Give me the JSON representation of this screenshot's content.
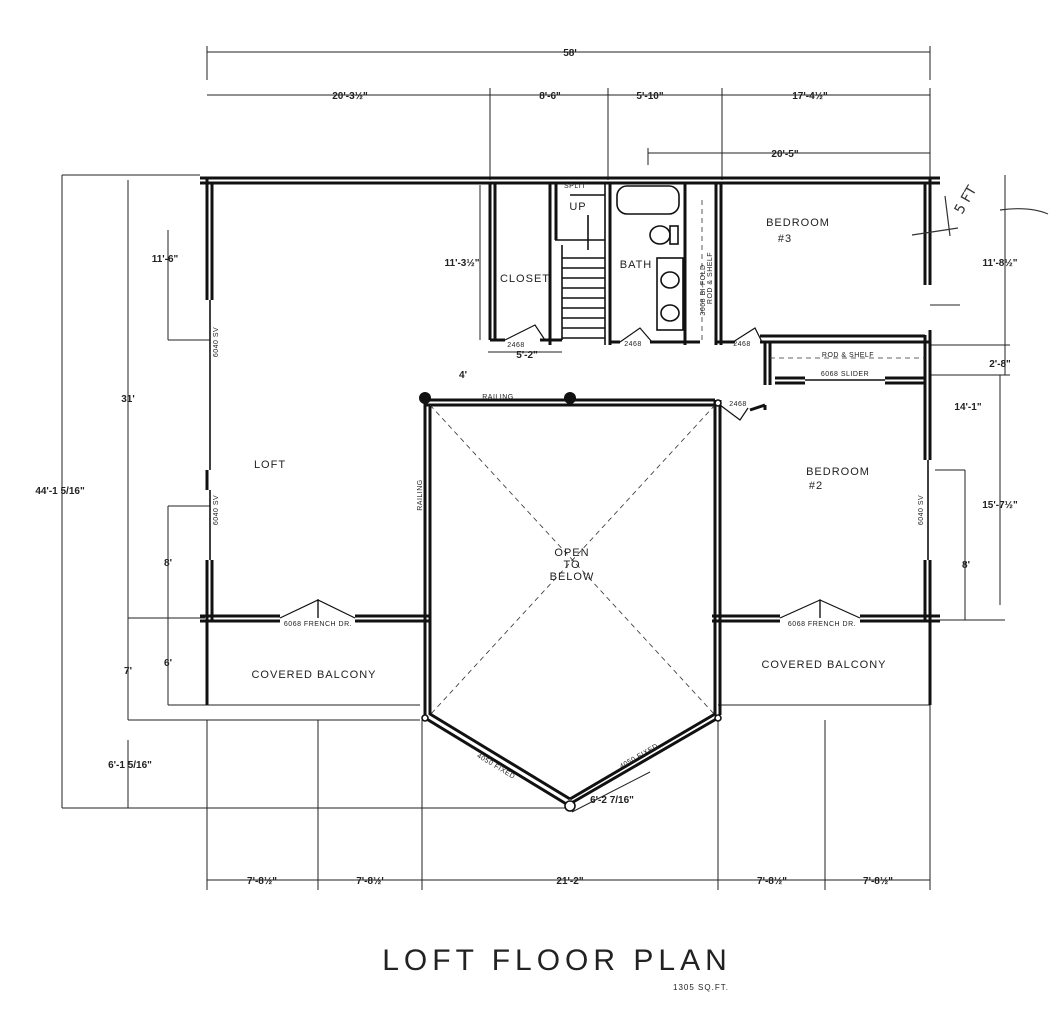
{
  "title": "LOFT FLOOR PLAN",
  "subtitle": "1305 SQ.FT.",
  "handwritten_note": "5 FT",
  "dimensions": {
    "overall_width": "58'",
    "top_a": "20'-3½\"",
    "top_b": "8'-6\"",
    "top_c": "5'-10\"",
    "top_d": "17'-4½\"",
    "top_e": "20'-5\"",
    "left_a": "11'-6\"",
    "left_b": "31'",
    "left_c": "44'-1 5/16\"",
    "left_d": "8'",
    "left_e": "7'",
    "left_f": "6'",
    "left_g": "6'-1 5/16\"",
    "closet_h": "11'-3½\"",
    "closet_w": "5'-2\"",
    "loft_gap": "4'",
    "right_a": "11'-8½\"",
    "right_b": "2'-8\"",
    "right_c": "14'-1\"",
    "right_d": "15'-7½\"",
    "right_e": "8'",
    "bay": "6'-2 7/16\"",
    "bottom_a": "7'-8½\"",
    "bottom_b": "7'-8½'",
    "bottom_c": "21'-2\"",
    "bottom_d": "7'-8½\"",
    "bottom_e": "7'-8½\""
  },
  "rooms": {
    "loft": "LOFT",
    "closet": "CLOSET",
    "bath": "BATH",
    "bedroom3": "BEDROOM",
    "bedroom3_num": "#3",
    "bedroom2": "BEDROOM",
    "bedroom2_num": "#2",
    "open1": "OPEN",
    "open2": "TO",
    "open3": "BELOW",
    "balcony_left": "COVERED BALCONY",
    "balcony_right": "COVERED BALCONY",
    "up": "UP"
  },
  "annotations": {
    "window_left_upper": "6040 SV",
    "window_left_lower": "6040 SV",
    "window_right": "6040 SV",
    "railing_top": "RAILING",
    "railing_side": "RAILING",
    "door_closet": "2468",
    "door_bath": "2468",
    "door_hall": "2468",
    "door_bed2": "2468",
    "french_left": "6068 FRENCH DR.",
    "french_right": "6068 FRENCH DR.",
    "rod_shelf": "ROD & SHELF",
    "slider": "6068 SLIDER",
    "rod_shelf_vert": "ROD & SHELF",
    "linen": "3068 BI-FOLD",
    "fixed_left": "4050 FIXED",
    "fixed_right": "4050 FIXED",
    "split": "SPLIT"
  }
}
